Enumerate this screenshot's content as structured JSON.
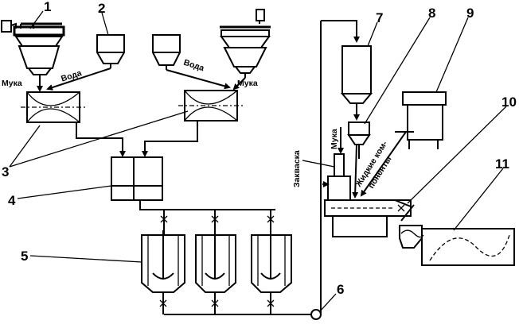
{
  "callouts": {
    "c1": "1",
    "c2": "2",
    "c3": "3",
    "c4": "4",
    "c5": "5",
    "c6": "6",
    "c7": "7",
    "c8": "8",
    "c9": "9",
    "c10": "10",
    "c11": "11"
  },
  "labels": {
    "flour_left": "Мука",
    "water_left": "Вода",
    "water_right": "Вода",
    "flour_right": "Мука",
    "flour_top": "Мука",
    "starter": "Закваска",
    "liquid_components": "Жидкие ком-\nпоненты",
    "liquid_line1": "Жидкие ком-",
    "liquid_line2": "поненты"
  }
}
